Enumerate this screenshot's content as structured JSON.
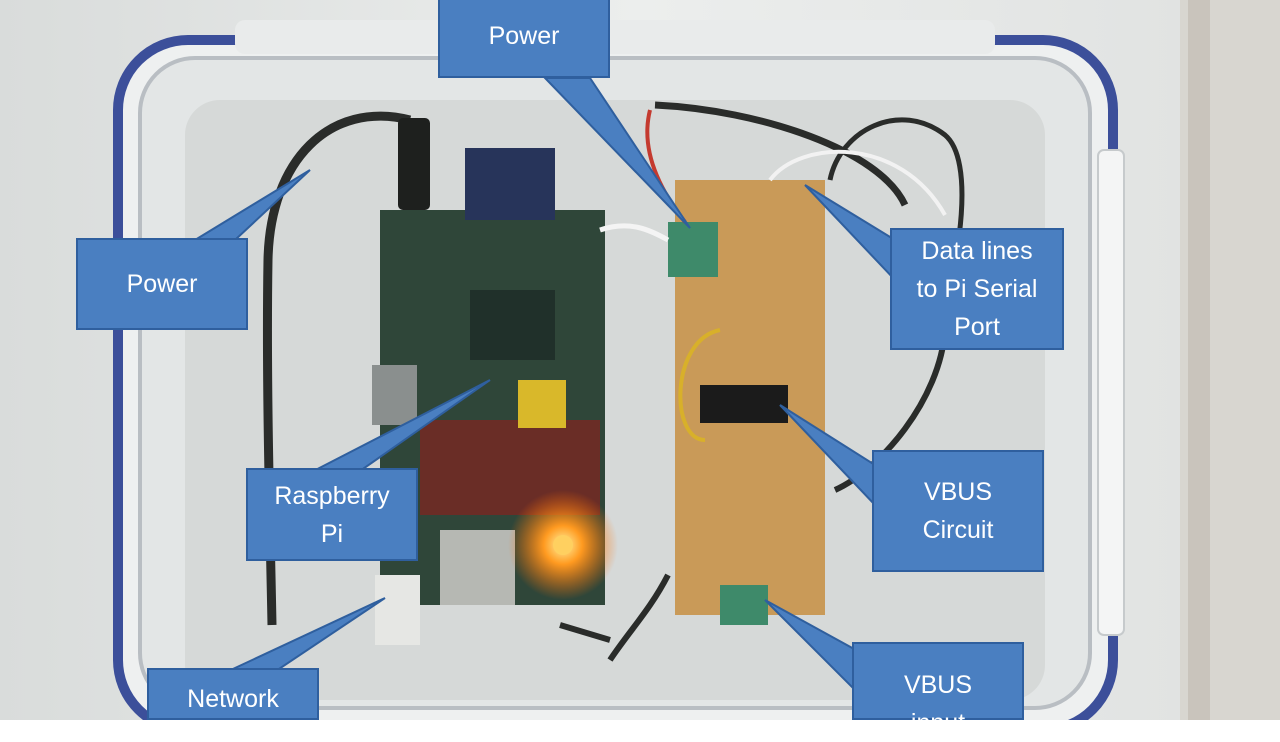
{
  "image": {
    "subject": "Raspberry Pi board and VBUS circuit mounted in a clear plastic box"
  },
  "colors": {
    "callout_fill": "#4a7fc1",
    "callout_border": "#2f5f9e",
    "callout_text": "#ffffff",
    "wall": "#e7e9e8",
    "box_rim": "#3c4f9a",
    "pcb_green": "#2e4a3a",
    "stripboard": "#c99a58",
    "led": "#ff8a1a"
  },
  "callouts": {
    "power_top": "Power",
    "power_left": "Power",
    "data_lines": [
      "Data lines",
      "to Pi Serial",
      "Port"
    ],
    "raspberry_pi": [
      "Raspberry",
      "Pi"
    ],
    "vbus_circuit": [
      "VBUS",
      "Circuit"
    ],
    "network": "Network",
    "vbus_input": [
      "VBUS",
      "input"
    ]
  }
}
